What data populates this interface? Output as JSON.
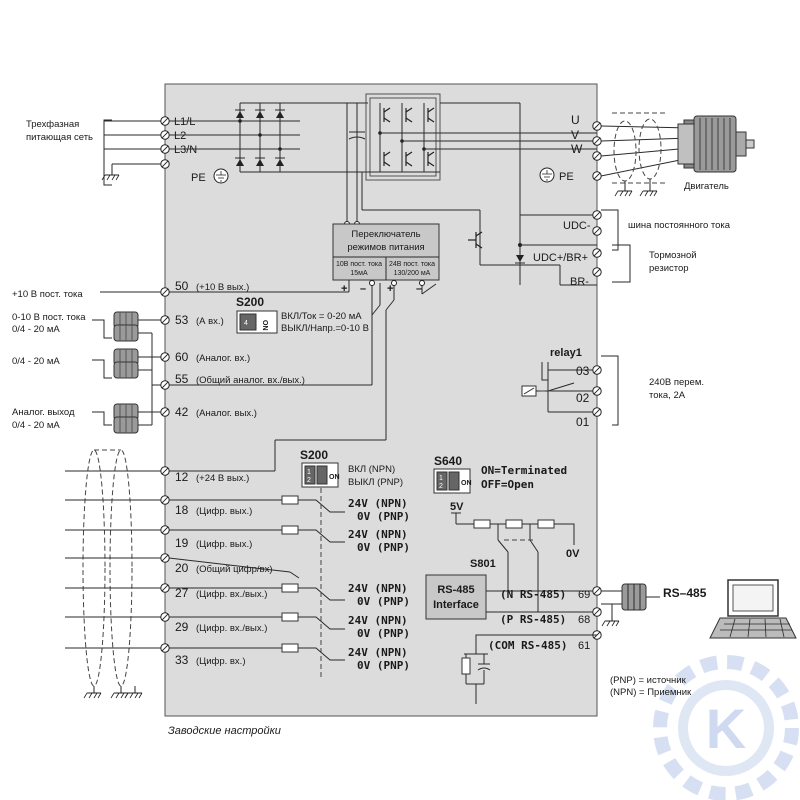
{
  "left": {
    "supply_line1": "Трехфазная",
    "supply_line2": "питающая сеть",
    "plus10": "+10 В пост. тока",
    "in53_line1": "0-10 В пост. тока",
    "in53_line2": "0/4 - 20 мА",
    "in60": "0/4 - 20 мА",
    "out42_line1": "Аналог. выход",
    "out42_line2": "0/4 - 20 мА"
  },
  "terminals": {
    "l1": "L1/L",
    "l2": "L2",
    "l3": "L3/N",
    "pe_in": "PE",
    "pe_out": "PE",
    "u": "U",
    "v": "V",
    "w": "W",
    "udc_minus": "UDC-",
    "udc_plus": "UDC+/BR+",
    "br_minus": "BR-",
    "t50": "50",
    "t50_desc": "(+10 В вых.)",
    "t53": "53",
    "t53_desc": "(А вх.)",
    "t60": "60",
    "t60_desc": "(Аналог. вх.)",
    "t55": "55",
    "t55_desc": "(Общий аналог. вх./вых.)",
    "t42": "42",
    "t42_desc": "(Аналог. вых.)",
    "t12": "12",
    "t12_desc": "(+24 В вых.)",
    "t18": "18",
    "t18_desc": "(Цифр. вых.)",
    "t19": "19",
    "t19_desc": "(Цифр. вых.)",
    "t20": "20",
    "t20_desc": "(Общий цифр/вх)",
    "t27": "27",
    "t27_desc": "(Цифр. вх./вых.)",
    "t29": "29",
    "t29_desc": "(Цифр. вх./вых.)",
    "t33": "33",
    "t33_desc": "(Цифр. вх.)",
    "r03": "03",
    "r02": "02",
    "r01": "01",
    "t69": "69",
    "t68": "68",
    "t61": "61"
  },
  "supply_switch": {
    "title_line1": "Переключатель",
    "title_line2": "режимов питания",
    "left_line1": "10В пост. тока",
    "left_line2": "15мА",
    "right_line1": "24В пост. тока",
    "right_line2": "130/200 мА",
    "plus": "+",
    "minus": "–"
  },
  "s200_top": {
    "name": "S200",
    "on_line": "ВКЛ/Ток = 0-20 мА",
    "off_line": "ВЫКЛ/Напр.=0-10 В",
    "sw_num": "4",
    "sw_on": "ON"
  },
  "s200_mid": {
    "name": "S200",
    "on_line": "ВКЛ (NPN)",
    "off_line": "ВЫКЛ (PNP)",
    "sw_num1": "1",
    "sw_num2": "2",
    "sw_on": "ON"
  },
  "s640": {
    "name": "S640",
    "on_line": "ON=Terminated",
    "off_line": "OFF=Open",
    "sw_num1": "1",
    "sw_num2": "2",
    "sw_on": "ON"
  },
  "digital_levels": {
    "npn": "24V (NPN)",
    "pnp": "0V (PNP)"
  },
  "rs485": {
    "v5": "5V",
    "v0": "0V",
    "s801": "S801",
    "interface_line1": "RS-485",
    "interface_line2": "Interface",
    "n_label": "(N RS-485)",
    "p_label": "(P RS-485)",
    "com_label": "(COM RS-485)",
    "ext": "RS–485"
  },
  "relay": {
    "name": "relay1",
    "rating_line1": "240В перем.",
    "rating_line2": "тока, 2А"
  },
  "right": {
    "dc_bus": "шина постоянного тока",
    "brake_line1": "Тормозной",
    "brake_line2": "резистор",
    "motor": "Двигатель"
  },
  "footer": {
    "factory": "Заводские настройки",
    "pnp_note": "(PNP) = источник",
    "npn_note": "(NPN) = Приемник"
  },
  "logo_letter": "K",
  "colors": {
    "panel": "#dcdcdc",
    "line": "#2a2a2a",
    "logo": "#b8c8e8"
  }
}
